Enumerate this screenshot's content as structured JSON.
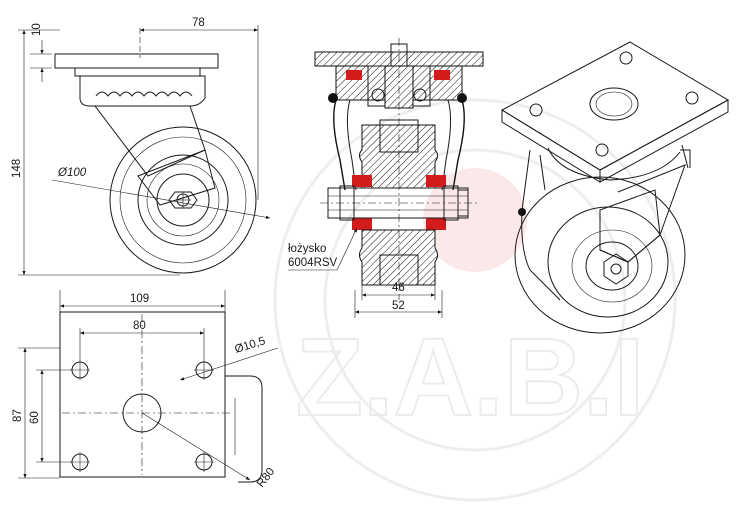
{
  "dimensions": {
    "plate_thickness": "10",
    "plate_offset": "78",
    "overall_height": "148",
    "wheel_diameter": "Ø100",
    "plate_width": "109",
    "hole_spacing_x": "80",
    "hole_diameter": "Ø10,5",
    "plate_depth": "87",
    "hole_spacing_y": "60",
    "swivel_radius": "R80",
    "hub_width": "46",
    "wheel_width": "52"
  },
  "labels": {
    "bearing_line1": "łożysko",
    "bearing_line2": "6004RSV"
  },
  "watermark": {
    "text": "Z.A.B.I"
  },
  "colors": {
    "line": "#1a1a1a",
    "bearing_seal": "#d21b1b",
    "watermark": "#eeeeee"
  }
}
